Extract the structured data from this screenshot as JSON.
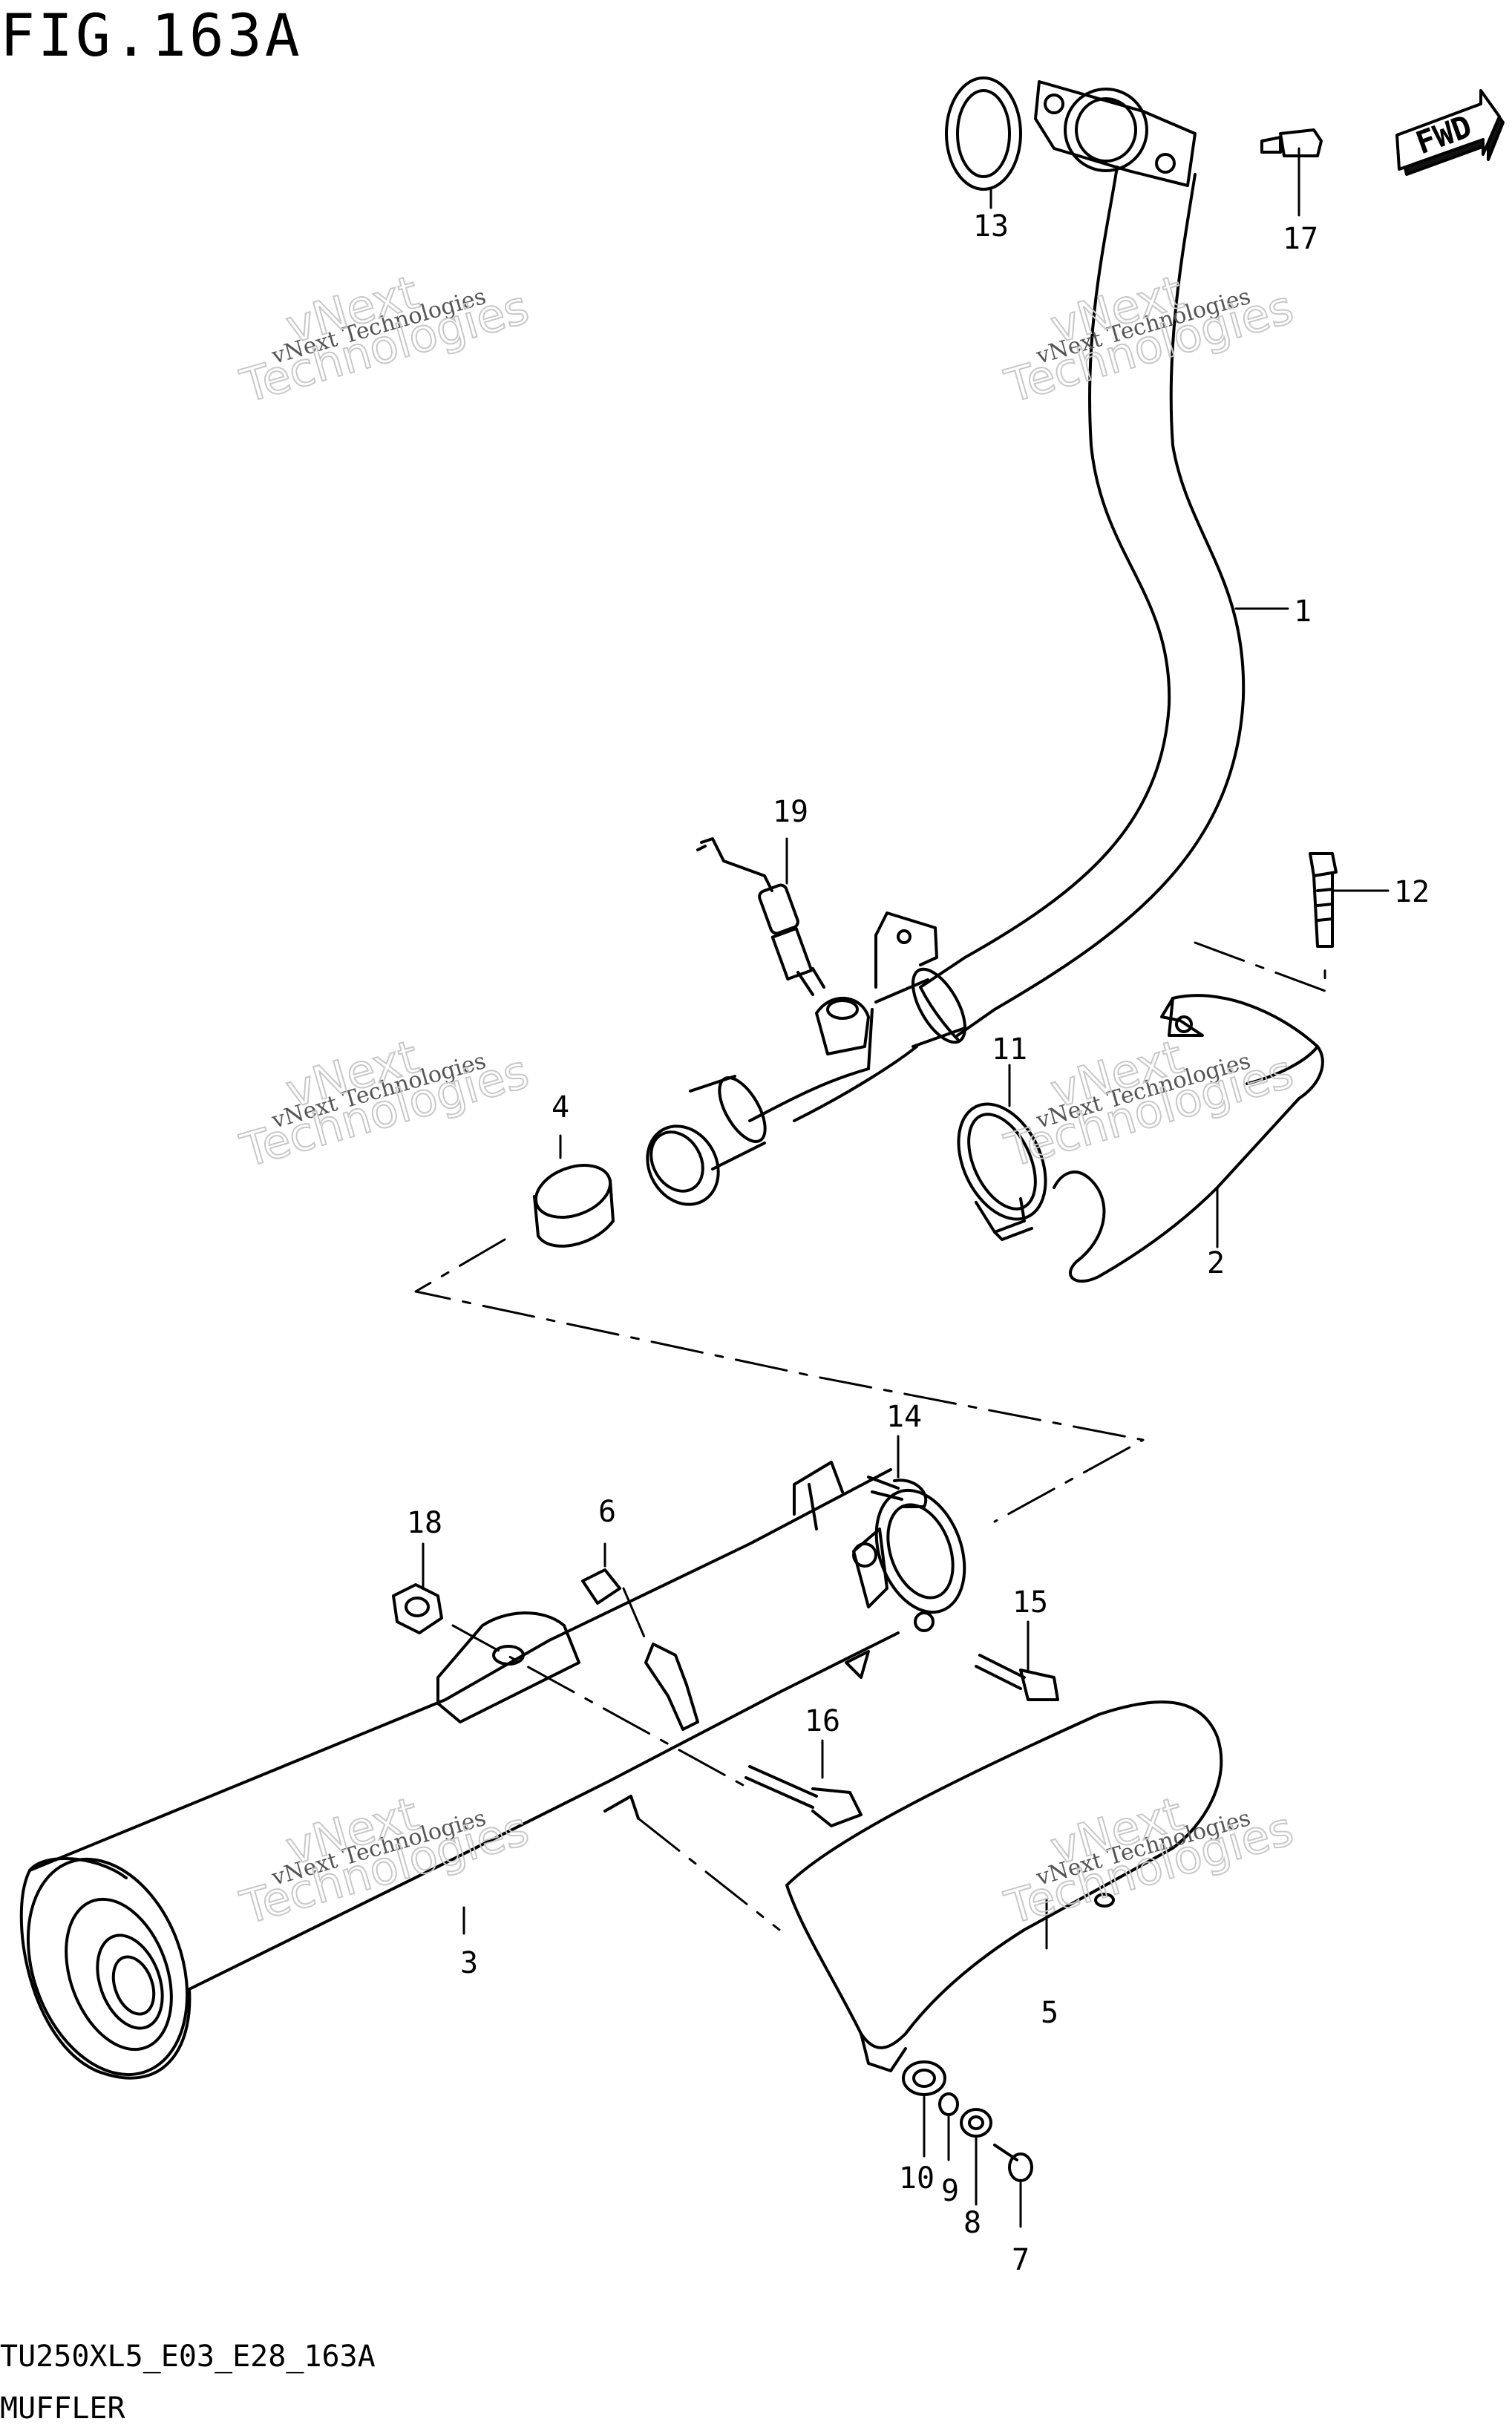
{
  "figure": {
    "title": "FIG.163A",
    "code": "TU250XL5_E03_E28_163A",
    "name": "MUFFLER",
    "fwd_label": "FWD"
  },
  "watermark": {
    "line1": "vNext Technologies",
    "line2": "vNext",
    "line3": "Technologies"
  },
  "callouts": [
    {
      "id": "1",
      "label": "1"
    },
    {
      "id": "2",
      "label": "2"
    },
    {
      "id": "3",
      "label": "3"
    },
    {
      "id": "4",
      "label": "4"
    },
    {
      "id": "5",
      "label": "5"
    },
    {
      "id": "6",
      "label": "6"
    },
    {
      "id": "7",
      "label": "7"
    },
    {
      "id": "8",
      "label": "8"
    },
    {
      "id": "9",
      "label": "9"
    },
    {
      "id": "10",
      "label": "10"
    },
    {
      "id": "11",
      "label": "11"
    },
    {
      "id": "12",
      "label": "12"
    },
    {
      "id": "13",
      "label": "13"
    },
    {
      "id": "14",
      "label": "14"
    },
    {
      "id": "15",
      "label": "15"
    },
    {
      "id": "16",
      "label": "16"
    },
    {
      "id": "17",
      "label": "17"
    },
    {
      "id": "18",
      "label": "18"
    },
    {
      "id": "19",
      "label": "19"
    }
  ]
}
